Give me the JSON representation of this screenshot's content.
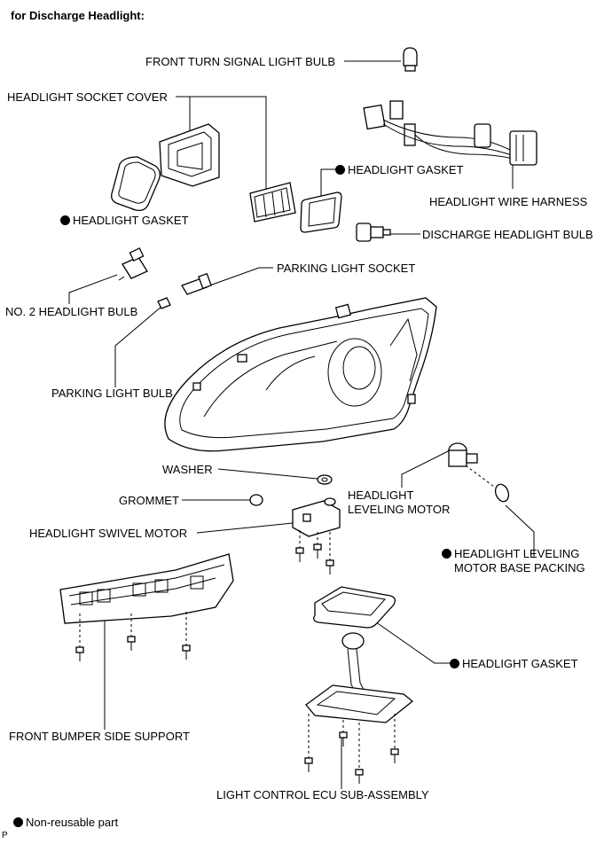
{
  "header": {
    "title": "for Discharge Headlight:"
  },
  "labels": {
    "front_turn_signal_light_bulb": "FRONT TURN SIGNAL LIGHT BULB",
    "headlight_socket_cover": "HEADLIGHT SOCKET COVER",
    "headlight_gasket_top": "HEADLIGHT GASKET",
    "headlight_gasket_left": "HEADLIGHT GASKET",
    "headlight_wire_harness": "HEADLIGHT WIRE HARNESS",
    "discharge_headlight_bulb": "DISCHARGE HEADLIGHT BULB",
    "parking_light_socket": "PARKING LIGHT SOCKET",
    "no2_headlight_bulb": "NO. 2 HEADLIGHT BULB",
    "parking_light_bulb": "PARKING LIGHT BULB",
    "washer": "WASHER",
    "grommet": "GROMMET",
    "headlight_leveling_motor_line1": "HEADLIGHT",
    "headlight_leveling_motor_line2": "LEVELING MOTOR",
    "headlight_swivel_motor": "HEADLIGHT SWIVEL MOTOR",
    "leveling_motor_base_packing_line1": "HEADLIGHT LEVELING",
    "leveling_motor_base_packing_line2": "MOTOR BASE PACKING",
    "headlight_gasket_bottom": "HEADLIGHT GASKET",
    "front_bumper_side_support": "FRONT BUMPER SIDE SUPPORT",
    "light_control_ecu": "LIGHT CONTROL ECU SUB-ASSEMBLY"
  },
  "legend": {
    "non_reusable": "Non-reusable part"
  },
  "footer": {
    "code": "P"
  }
}
